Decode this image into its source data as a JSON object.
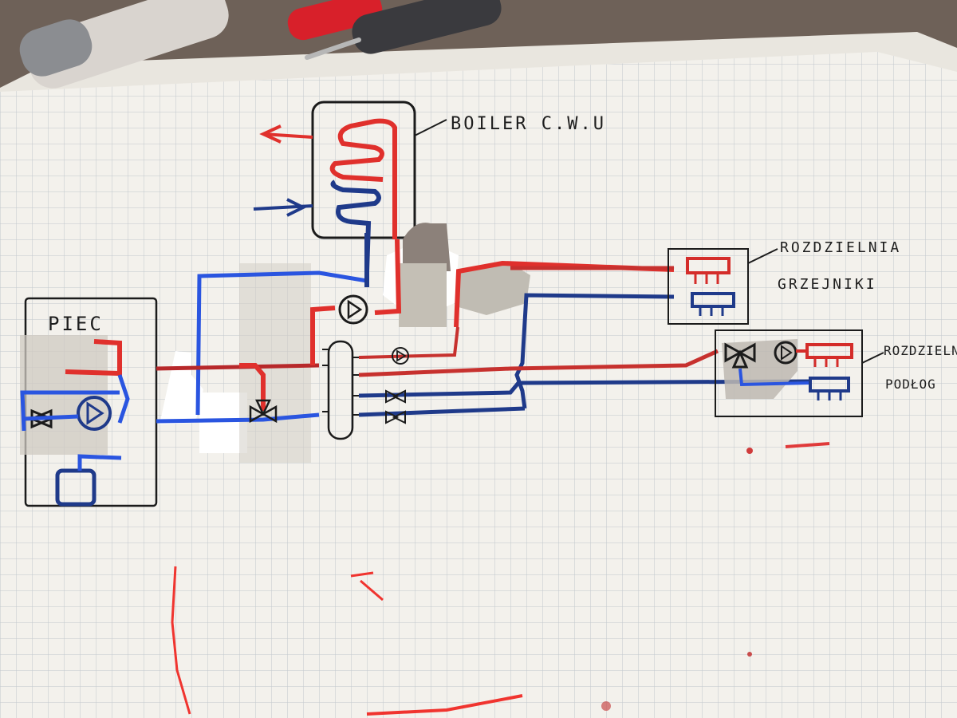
{
  "labels": {
    "boiler": "BOILER C.W.U",
    "piec": "PIEC",
    "rozdzielnia_grzejniki_1": "ROZDZIELNIA",
    "rozdzielnia_grzejniki_2": "GRZEJNIKI",
    "rozdzielnia_podlog_1": "ROZDZIELN",
    "rozdzielnia_podlog_2": "PODŁOG"
  },
  "colors": {
    "hot_pipe": "#e0302c",
    "cold_pipe": "#1f3a8a",
    "return_blue": "#2a55e0",
    "ink": "#1b1b1b",
    "paper": "#f3f1ec",
    "grid": "#b9c0c7"
  }
}
